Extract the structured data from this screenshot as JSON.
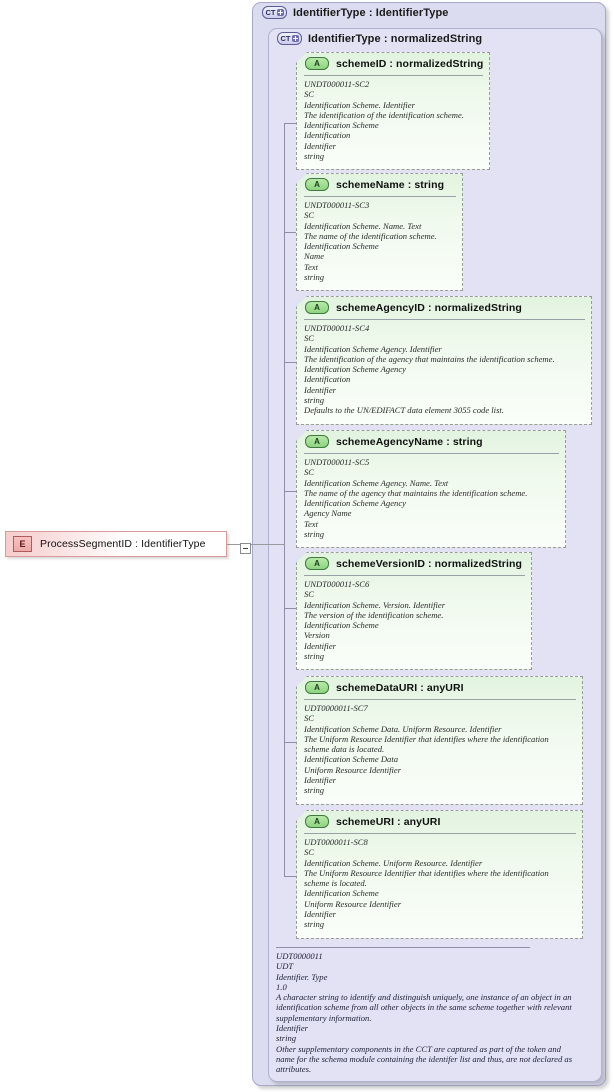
{
  "diagram": {
    "type": "xsd-schema-diagram",
    "element": {
      "badge": "E",
      "label": "ProcessSegmentID : IdentifierType",
      "toggle": "minus-toggle"
    },
    "complex_types": [
      {
        "badge": "CT",
        "expand": "plus",
        "label": "IdentifierType : IdentifierType"
      },
      {
        "badge": "CT",
        "expand": "plus",
        "label": "IdentifierType : normalizedString"
      }
    ],
    "attributes": [
      {
        "badge": "A",
        "name": "schemeID : normalizedString",
        "doc": [
          "UNDT000011-SC2",
          "SC",
          "Identification Scheme. Identifier",
          "The identification of the identification scheme.",
          "Identification Scheme",
          "Identification",
          "Identifier",
          "string"
        ]
      },
      {
        "badge": "A",
        "name": "schemeName : string",
        "doc": [
          "UNDT000011-SC3",
          "SC",
          "Identification Scheme. Name. Text",
          "The name of the identification scheme.",
          "Identification Scheme",
          "Name",
          "Text",
          "string"
        ]
      },
      {
        "badge": "A",
        "name": "schemeAgencyID : normalizedString",
        "doc": [
          "UNDT000011-SC4",
          "SC",
          "Identification Scheme Agency. Identifier",
          "The identification of the agency that maintains the identification scheme.",
          "Identification Scheme Agency",
          "Identification",
          "Identifier",
          "string",
          "Defaults to the UN/EDIFACT data element 3055 code list."
        ]
      },
      {
        "badge": "A",
        "name": "schemeAgencyName : string",
        "doc": [
          "UNDT000011-SC5",
          "SC",
          "Identification Scheme Agency. Name. Text",
          "The name of the agency that maintains the identification scheme.",
          "Identification Scheme Agency",
          "Agency Name",
          "Text",
          "string"
        ]
      },
      {
        "badge": "A",
        "name": "schemeVersionID : normalizedString",
        "doc": [
          "UNDT000011-SC6",
          "SC",
          "Identification Scheme. Version. Identifier",
          "The version of the identification scheme.",
          "Identification Scheme",
          "Version",
          "Identifier",
          "string"
        ]
      },
      {
        "badge": "A",
        "name": "schemeDataURI : anyURI",
        "doc": [
          "UDT0000011-SC7",
          "SC",
          "Identification Scheme Data. Uniform Resource. Identifier",
          "The Uniform Resource Identifier that identifies where the identification scheme data is located.",
          "Identification Scheme Data",
          "Uniform Resource Identifier",
          "Identifier",
          "string"
        ]
      },
      {
        "badge": "A",
        "name": "schemeURI : anyURI",
        "doc": [
          "UDT0000011-SC8",
          "SC",
          "Identification Scheme. Uniform Resource. Identifier",
          "The Uniform Resource Identifier that identifies where the identification scheme is located.",
          "Identification Scheme",
          "Uniform Resource Identifier",
          "Identifier",
          "string"
        ]
      }
    ],
    "documentation": [
      "UDT0000011",
      "UDT",
      "Identifier. Type",
      "1.0",
      "A character string to identify and distinguish uniquely, one instance of an object in an identification scheme from all other objects in the same scheme together with relevant supplementary information.",
      "Identifier",
      "string",
      "Other supplementary components in the CCT are captured as part of the token and name for the schema module containing the identifer list and thus, are not declared as attributes."
    ]
  },
  "colors": {
    "container_outer": "#dcdcf0",
    "container_inner": "#e2e2f4",
    "attribute_fill": "#e9f6e6",
    "element_fill": "#f6cdcd",
    "connector": "#8e8ea8"
  }
}
